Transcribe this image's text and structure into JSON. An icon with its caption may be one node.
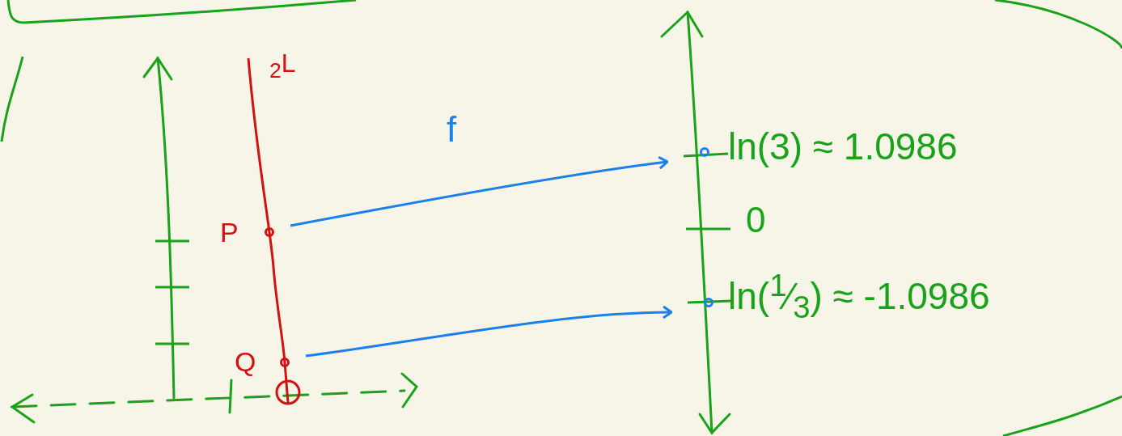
{
  "diagram": {
    "nodes": [
      {
        "text": [],
        "shape": "circle",
        "beside": [
          "P"
        ]
      },
      {
        "text": [],
        "shape": "circle",
        "beside": [
          "Q"
        ]
      },
      {
        "text": [],
        "shape": "circle",
        "beside": [
          "ln(3) ≈ 1.0986"
        ]
      },
      {
        "text": [],
        "shape": "circle",
        "beside": [
          "ln($^{1}$⁄$_{3}$) ≈ -1.0986"
        ]
      }
    ],
    "edges": [
      {
        "from": 0,
        "to": 2,
        "arrow": "to"
      },
      {
        "from": 1,
        "to": 3,
        "arrow": "to"
      }
    ],
    "labels": [
      "$_{2}$L",
      "f",
      "0"
    ]
  }
}
